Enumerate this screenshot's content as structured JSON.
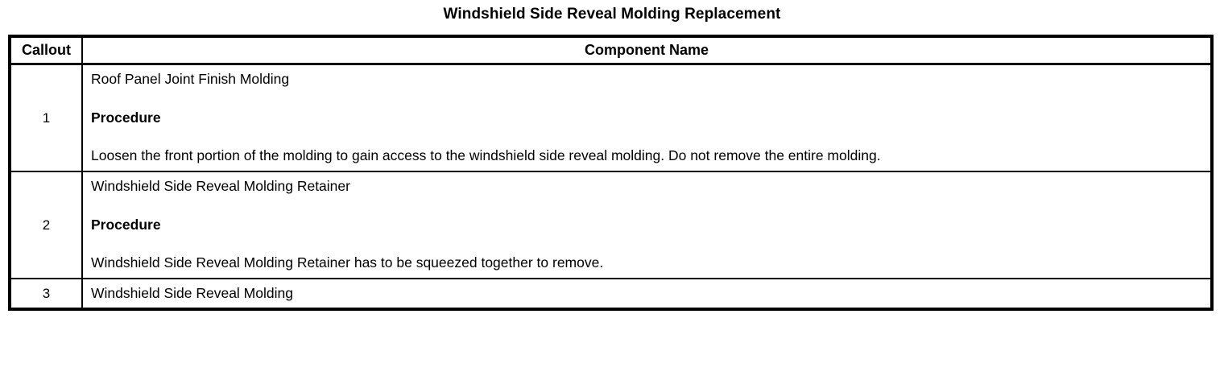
{
  "document": {
    "title": "Windshield Side Reveal Molding Replacement"
  },
  "table": {
    "columns": [
      {
        "key": "callout",
        "header": "Callout"
      },
      {
        "key": "component_name",
        "header": "Component Name"
      }
    ],
    "rows": [
      {
        "callout": "1",
        "component_title": "Roof Panel Joint Finish Molding",
        "procedure_heading": "Procedure",
        "procedure_text": "Loosen the front portion of the molding to gain access to the windshield side reveal molding. Do not remove the entire molding."
      },
      {
        "callout": "2",
        "component_title": "Windshield Side Reveal Molding Retainer",
        "procedure_heading": "Procedure",
        "procedure_text": "Windshield Side Reveal Molding Retainer has to be squeezed together to remove."
      },
      {
        "callout": "3",
        "component_title": "Windshield Side Reveal Molding"
      }
    ]
  },
  "colors": {
    "text": "#000000",
    "background": "#ffffff",
    "border": "#000000"
  }
}
